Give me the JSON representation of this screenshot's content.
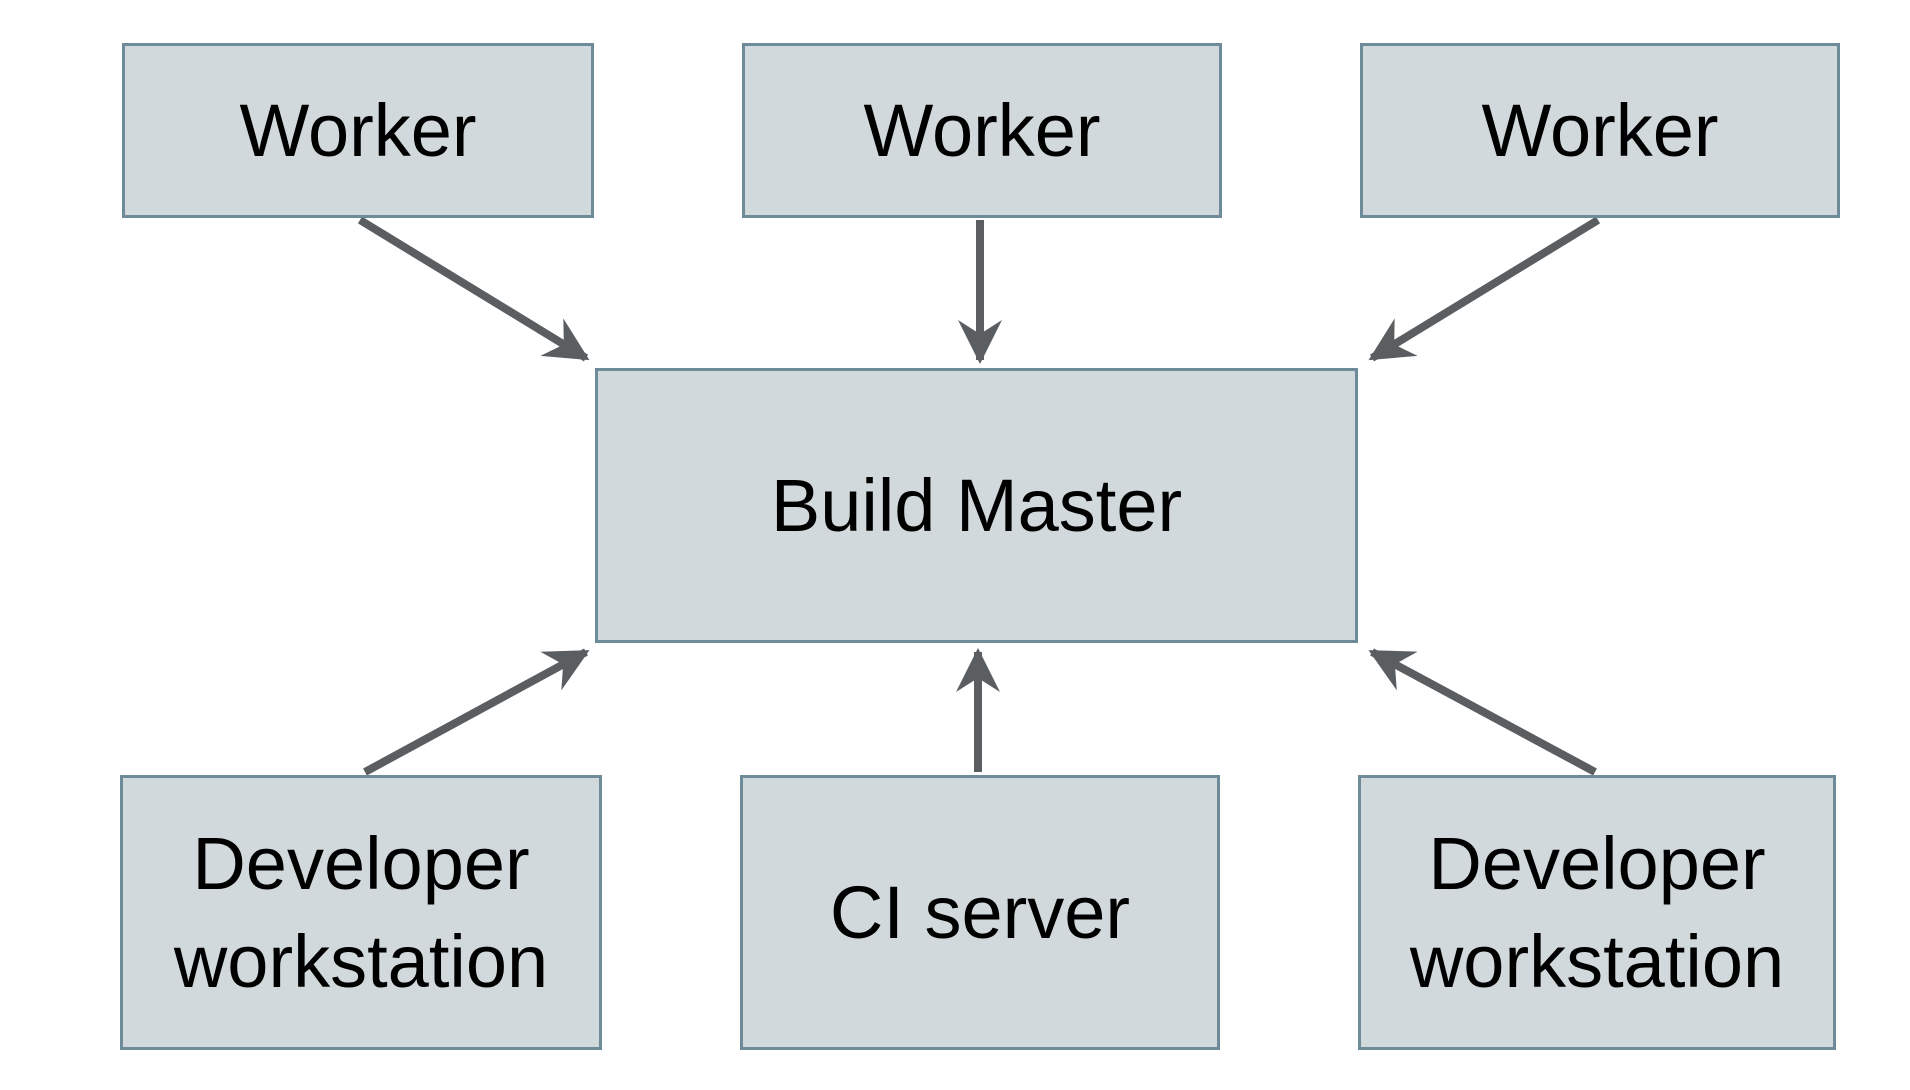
{
  "diagram": {
    "nodes": [
      {
        "id": "worker-1",
        "label": "Worker"
      },
      {
        "id": "worker-2",
        "label": "Worker"
      },
      {
        "id": "worker-3",
        "label": "Worker"
      },
      {
        "id": "build-master",
        "label": "Build Master"
      },
      {
        "id": "developer-workstation-1",
        "label": "Developer workstation"
      },
      {
        "id": "ci-server",
        "label": "CI server"
      },
      {
        "id": "developer-workstation-2",
        "label": "Developer workstation"
      }
    ],
    "edges": [
      {
        "from": "worker-1",
        "to": "build-master"
      },
      {
        "from": "worker-2",
        "to": "build-master"
      },
      {
        "from": "worker-3",
        "to": "build-master"
      },
      {
        "from": "developer-workstation-1",
        "to": "build-master"
      },
      {
        "from": "ci-server",
        "to": "build-master"
      },
      {
        "from": "developer-workstation-2",
        "to": "build-master"
      }
    ],
    "colors": {
      "background": "#ffffff",
      "node_fill": "#d2d9dc",
      "node_border": "#6e8b9a",
      "arrow": "#5a5e61",
      "text": "#000000"
    }
  }
}
